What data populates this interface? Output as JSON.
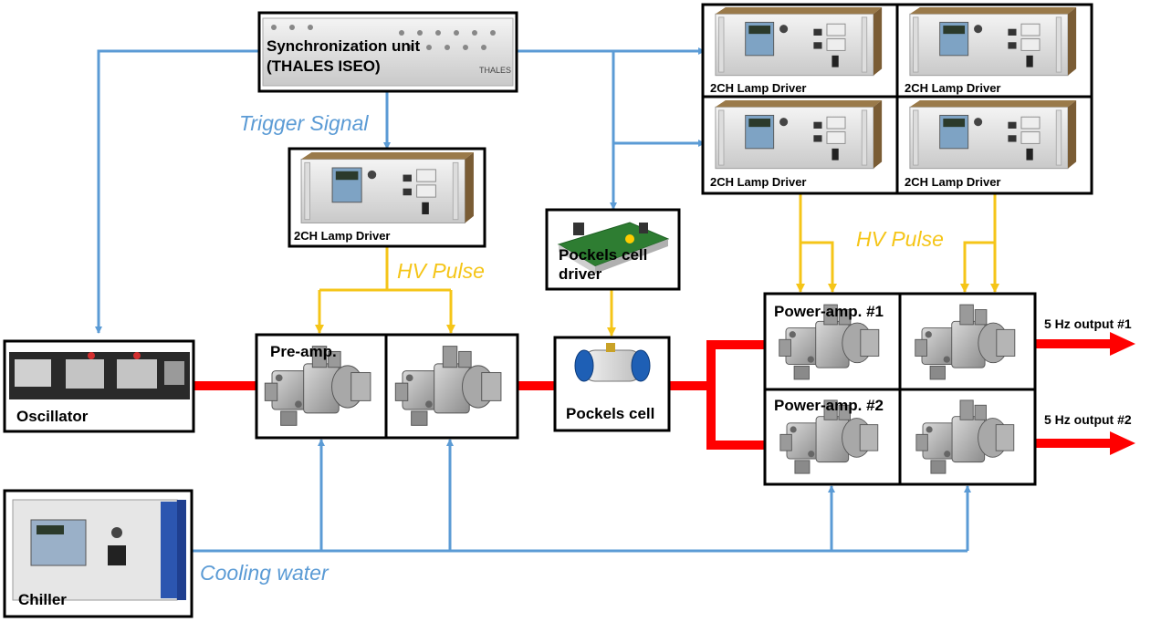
{
  "colors": {
    "trigger_line": "#5b9bd5",
    "hv_line": "#f5c518",
    "laser_beam": "#ff0000",
    "box_border": "#000000"
  },
  "labels": {
    "sync_unit_line1": "Synchronization unit",
    "sync_unit_line2": "(THALES ISEO)",
    "trigger_signal": "Trigger Signal",
    "lamp_driver": "2CH Lamp Driver",
    "hv_pulse_left": "HV Pulse",
    "hv_pulse_right": "HV Pulse",
    "pockels_driver_line1": "Pockels cell",
    "pockels_driver_line2": "driver",
    "pockels_cell": "Pockels cell",
    "oscillator": "Oscillator",
    "pre_amp": "Pre-amp.",
    "power_amp_1": "Power-amp. #1",
    "power_amp_2": "Power-amp. #2",
    "output_1": "5 Hz output #1",
    "output_2": "5 Hz output #2",
    "chiller": "Chiller",
    "cooling_water": "Cooling water",
    "thales_badge": "THALES"
  },
  "icons": [
    "rack-unit-icon",
    "lamp-driver-icon",
    "pockels-driver-board-icon",
    "pockels-cell-icon",
    "amplifier-head-icon",
    "oscillator-icon",
    "chiller-icon"
  ]
}
